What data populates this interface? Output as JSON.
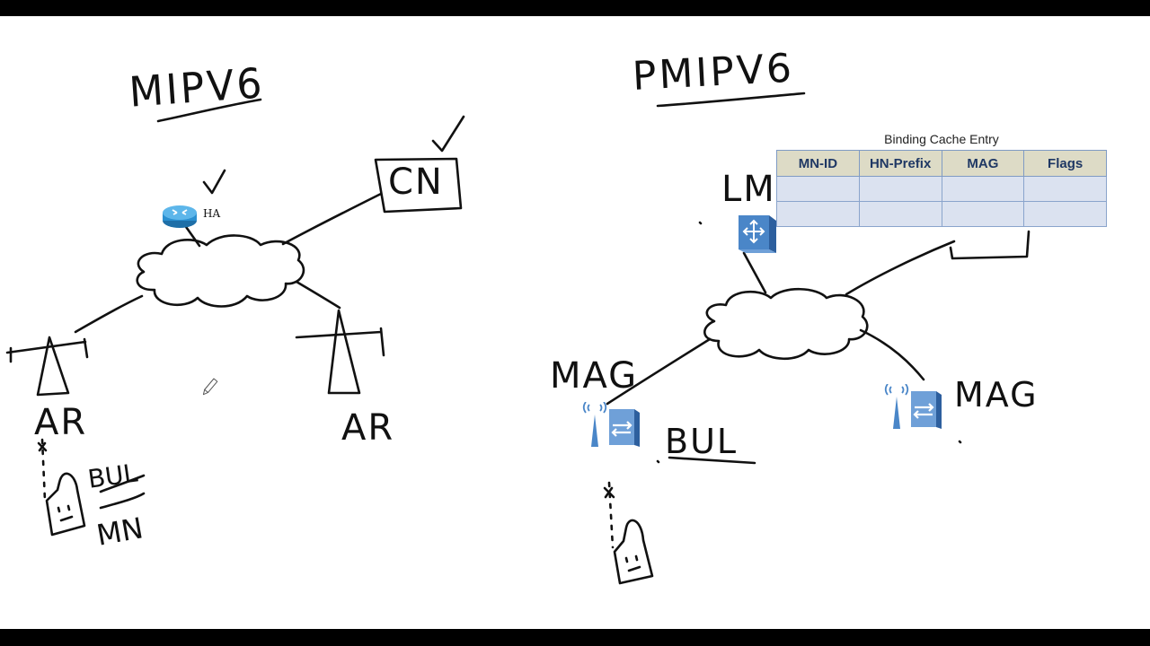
{
  "left": {
    "title": "MIPV6",
    "cn_label": "CN",
    "ha_label": "HA",
    "ar_left_label": "AR",
    "ar_right_label": "AR",
    "bul_label": "BUL",
    "mn_label": "MN"
  },
  "right": {
    "title": "PMIPV6",
    "lma_label": "LMA",
    "mag_left_label": "MAG",
    "mag_right_label": "MAG",
    "bul_label": "BUL"
  },
  "binding_cache": {
    "caption": "Binding Cache Entry",
    "columns": [
      "MN-ID",
      "HN-Prefix",
      "MAG",
      "Flags"
    ],
    "rows": [
      [
        "",
        "",
        "",
        ""
      ],
      [
        "",
        "",
        "",
        ""
      ]
    ],
    "header_bg": "#dddbc6",
    "header_text_color": "#1f3864",
    "cell_bg": "#dbe2f0"
  },
  "colors": {
    "background": "#ffffff",
    "ink": "#111111",
    "router_icon": "#2a8fd0",
    "device_icon": "#4a86c8"
  },
  "icons": [
    "router-icon",
    "lma-switch-icon",
    "mag-access-point-icon",
    "checkmark-icon",
    "pencil-cursor-icon"
  ]
}
